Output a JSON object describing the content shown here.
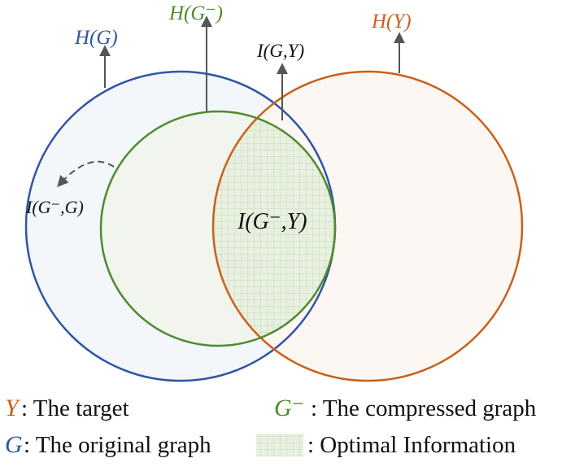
{
  "colors": {
    "g_stroke": "#2f55a4",
    "g_fill": "#f3f6fb",
    "gminus_stroke": "#4f8a2d",
    "y_stroke": "#c9601b",
    "y_fill": "#fdf7f3",
    "overlap_fill": "#e8f0e0",
    "grid": "#c9dcbb",
    "text": "#111111"
  },
  "labels": {
    "h_g": "H(G)",
    "h_gminus": "H(G⁻)",
    "h_y": "H(Y)",
    "i_g_y": "I(G,Y)",
    "i_gminus_g": "I(G⁻,G)",
    "i_gminus_y": "I(G⁻,Y)"
  },
  "legend": {
    "y_symbol": "Y",
    "y_text": ": The target",
    "gminus_symbol": "G⁻",
    "gminus_text": ": The compressed graph",
    "g_symbol": "G",
    "g_text": ": The original graph",
    "optimal_text": ": Optimal Information"
  }
}
